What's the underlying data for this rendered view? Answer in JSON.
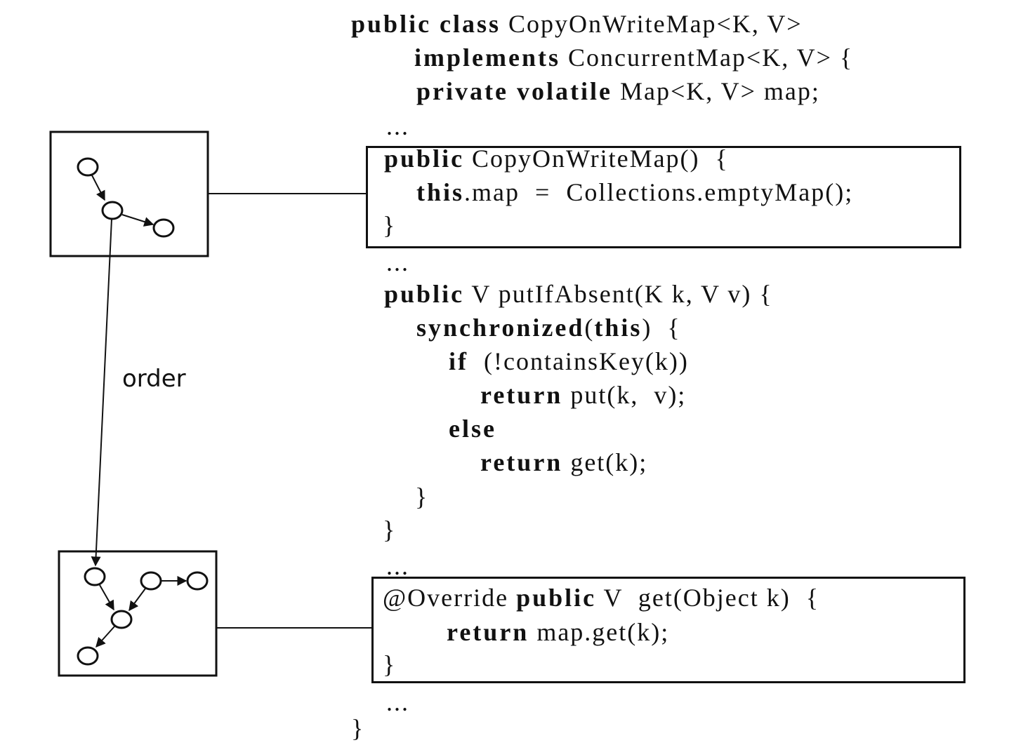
{
  "code": {
    "lines": [
      [
        {
          "t": "public class",
          "b": true
        },
        {
          "t": " CopyOnWriteMap<K, V>",
          "b": false
        }
      ],
      [
        {
          "t": "implements",
          "b": true
        },
        {
          "t": " ConcurrentMap<K, V> {",
          "b": false
        }
      ],
      [
        {
          "t": "private volatile",
          "b": true
        },
        {
          "t": " Map<K, V> map;",
          "b": false
        }
      ],
      [
        {
          "t": "...",
          "b": false
        }
      ],
      [
        {
          "t": "public",
          "b": true
        },
        {
          "t": " CopyOnWriteMap()  {",
          "b": false
        }
      ],
      [
        {
          "t": "this",
          "b": true
        },
        {
          "t": ".map  =  Collections.emptyMap();",
          "b": false
        }
      ],
      [
        {
          "t": "}",
          "b": false
        }
      ],
      [
        {
          "t": "...",
          "b": false
        }
      ],
      [
        {
          "t": "public",
          "b": true
        },
        {
          "t": " V putIfAbsent(K k, V v) {",
          "b": false
        }
      ],
      [
        {
          "t": "synchronized",
          "b": true
        },
        {
          "t": "(",
          "b": false
        },
        {
          "t": "this",
          "b": true
        },
        {
          "t": ")  {",
          "b": false
        }
      ],
      [
        {
          "t": "if",
          "b": true
        },
        {
          "t": "  (!containsKey(k))",
          "b": false
        }
      ],
      [
        {
          "t": "return",
          "b": true
        },
        {
          "t": " put(k,  v);",
          "b": false
        }
      ],
      [
        {
          "t": "else",
          "b": true
        }
      ],
      [
        {
          "t": "return",
          "b": true
        },
        {
          "t": " get(k);",
          "b": false
        }
      ],
      [
        {
          "t": "}",
          "b": false
        }
      ],
      [
        {
          "t": "}",
          "b": false
        }
      ],
      [
        {
          "t": "...",
          "b": false
        }
      ],
      [
        {
          "t": "@Override ",
          "b": false
        },
        {
          "t": "public",
          "b": true
        },
        {
          "t": " V  get(Object k)  {",
          "b": false
        }
      ],
      [
        {
          "t": "return",
          "b": true
        },
        {
          "t": " map.get(k);",
          "b": false
        }
      ],
      [
        {
          "t": "}",
          "b": false
        }
      ],
      [
        {
          "t": "...",
          "b": false
        }
      ],
      [
        {
          "t": "}",
          "b": false
        }
      ]
    ]
  },
  "diagram": {
    "edge_label": "order"
  }
}
